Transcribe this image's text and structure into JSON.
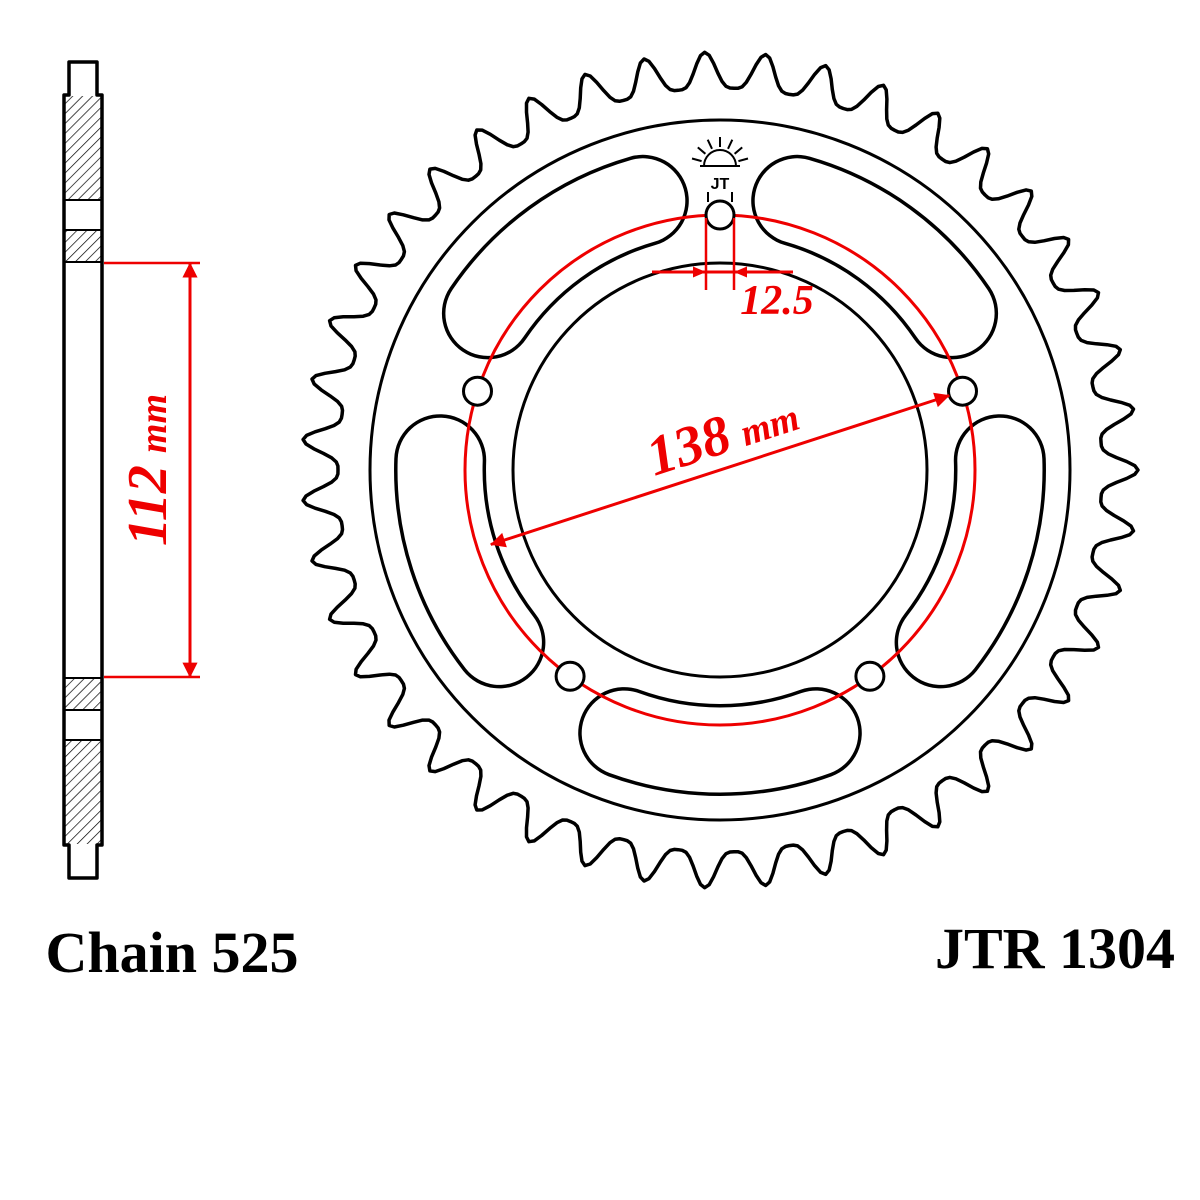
{
  "diagram": {
    "part_label": "JTR 1304",
    "chain_label": "Chain 525",
    "logo_text": "JT",
    "sprocket": {
      "teeth": 43,
      "bolt_holes": 5,
      "lightening_slots": 5
    },
    "dimensions": {
      "bolt_circle": {
        "value": "138",
        "unit": "mm"
      },
      "hole": {
        "value": "12.5",
        "unit": ""
      },
      "bore_span": {
        "value": "112",
        "unit": "mm"
      }
    },
    "colors": {
      "line": "#000000",
      "dimension": "#ee0000",
      "background": "#ffffff"
    }
  }
}
